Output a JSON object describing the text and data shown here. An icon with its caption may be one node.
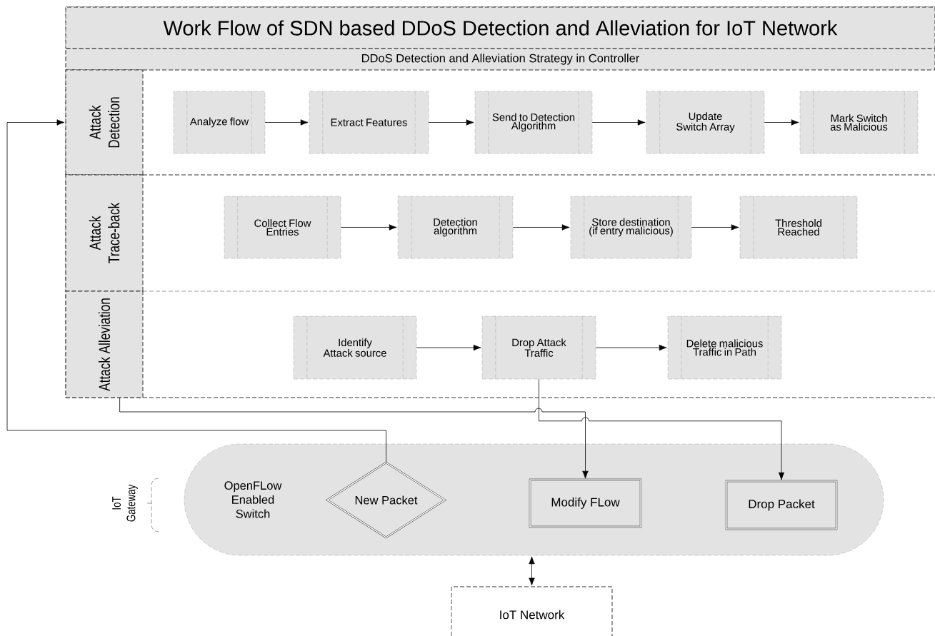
{
  "diagram": {
    "nodes": [
      {
        "text": [
          "Work Flow of SDN based DDoS Detection and Alleviation for IoT Network"
        ]
      },
      {
        "text": [
          "DDoS Detection and Alleviation Strategy in Controller"
        ]
      },
      {
        "text": [
          "Attack Detection"
        ]
      },
      {
        "text": [
          "Analyze flow"
        ]
      },
      {
        "text": [
          "Extract Features"
        ]
      },
      {
        "text": [
          "Send to Detection Algorithm"
        ]
      },
      {
        "text": [
          "Update Switch Array"
        ]
      },
      {
        "text": [
          "Mark Switch as Malicious"
        ]
      },
      {
        "text": [
          "Attack Trace-back"
        ]
      },
      {
        "text": [
          "Collect Flow Entries"
        ]
      },
      {
        "text": [
          "Detection algorithm"
        ]
      },
      {
        "text": [
          "Store destination (if entry malicious)"
        ]
      },
      {
        "text": [
          "Threshold Reached"
        ]
      },
      {
        "text": [
          "Attack Alleviation"
        ]
      },
      {
        "text": [
          "Identify Attack source"
        ]
      },
      {
        "text": [
          "Drop Attack Traffic"
        ]
      },
      {
        "text": [
          "Delete malicious Traffic in Path"
        ]
      },
      {
        "text": [
          "OpenFLow Enabled Switch"
        ]
      },
      {
        "text": [
          "New Packet"
        ],
        "in": 17
      },
      {
        "text": [
          "Modify FLow"
        ],
        "in": 17
      },
      {
        "text": [
          "Drop Packet"
        ],
        "in": 17
      },
      {
        "text": [
          "IoT Network"
        ]
      }
    ],
    "edges": [
      {
        "from": 3,
        "to": 4,
        "arrow": "to"
      },
      {
        "from": 4,
        "to": 5,
        "arrow": "to"
      },
      {
        "from": 5,
        "to": 6,
        "arrow": "to"
      },
      {
        "from": 6,
        "to": 7,
        "arrow": "to"
      },
      {
        "from": 9,
        "to": 10,
        "arrow": "to"
      },
      {
        "from": 10,
        "to": 11,
        "arrow": "to"
      },
      {
        "from": 11,
        "to": 12,
        "arrow": "to"
      },
      {
        "from": 14,
        "to": 15,
        "arrow": "to"
      },
      {
        "from": 15,
        "to": 16,
        "arrow": "to"
      },
      {
        "from": 18,
        "to": 2,
        "arrow": "to"
      },
      {
        "from": 13,
        "to": 19,
        "arrow": "to"
      },
      {
        "from": 15,
        "to": 20,
        "arrow": "to"
      },
      {
        "from": 17,
        "to": 21,
        "arrow": "both"
      }
    ],
    "labels": [
      "IoT Gateway"
    ]
  }
}
